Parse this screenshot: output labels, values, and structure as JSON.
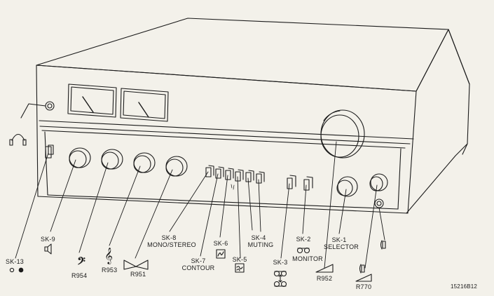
{
  "figure_code": "15216B12",
  "controls": {
    "sk13": {
      "id": "SK-13"
    },
    "sk9": {
      "id": "SK-9"
    },
    "r954": {
      "id": "R954"
    },
    "r953": {
      "id": "R953"
    },
    "r951": {
      "id": "R951"
    },
    "sk8": {
      "id": "SK-8",
      "name": "MONO/STEREO"
    },
    "sk7": {
      "id": "SK-7",
      "name": "CONTOUR"
    },
    "sk6": {
      "id": "SK-6"
    },
    "sk5": {
      "id": "SK-5"
    },
    "sk4": {
      "id": "SK-4",
      "name": "MUTING"
    },
    "sk3": {
      "id": "SK-3"
    },
    "sk2": {
      "id": "SK-2",
      "name": "MONITOR"
    },
    "sk1": {
      "id": "SK-1",
      "name": "SELECTOR"
    },
    "r952": {
      "id": "R952"
    },
    "r770": {
      "id": "R770"
    }
  },
  "icons": [
    "headphones-icon",
    "circles-icon",
    "speaker-icon",
    "bass-clef-icon",
    "treble-clef-icon",
    "balance-icon",
    "filter-icon",
    "tape-reels-icon",
    "tape-monitor-icon",
    "volume-ramp-icon",
    "headphone-jack-icon"
  ]
}
